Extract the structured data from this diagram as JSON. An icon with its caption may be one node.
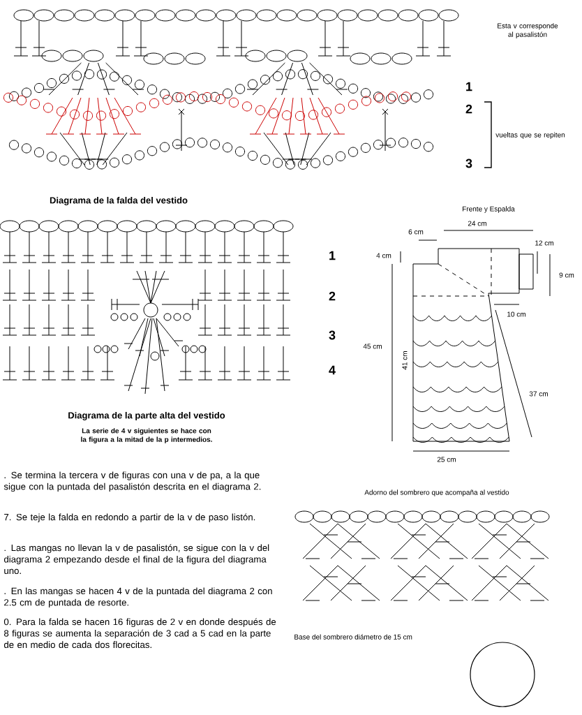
{
  "diagram": {
    "labels": [
      "Esta v corresponde al pasalistón",
      "1",
      "2",
      "vueltas que se repiten",
      "3",
      "Diagrama de la falda del vestido",
      "Frente y Espalda",
      "24 cm",
      "6 cm",
      "12 cm",
      "1",
      "4 cm",
      "9 cm",
      "2",
      "10 cm",
      "3",
      "45 cm",
      "41 cm",
      "4",
      "37 cm",
      "25 cm",
      "Diagrama de la parte alta del vestido",
      "La serie de 4 v siguientes se hace con la figura a la mitad de la p intermedios.",
      ". Se termina la tercera v de figuras con una v de pa, a la que sigue con la puntada del pasalistón descrita en el diagrama 2.",
      "7. Se teje la falda en redondo a partir de la v de paso listón.",
      ". Las mangas no llevan la v de pasalistón, se sigue con la v del diagrama 2 empezando desde el final de la figura del diagrama uno.",
      ". En las mangas se hacen 4 v de la puntada del diagrama 2 con 2.5 cm de puntada de resorte.",
      "0. Para la falda se hacen 16 figuras de 2 v en donde después de 8 figuras se aumenta la separación de 3 cad a 5 cad en la parte de en medio de cada dos florecitas.",
      "Adorno del sombrero que acompaña al vestido",
      "Base del sombrero diámetro de 15 cm"
    ]
  }
}
